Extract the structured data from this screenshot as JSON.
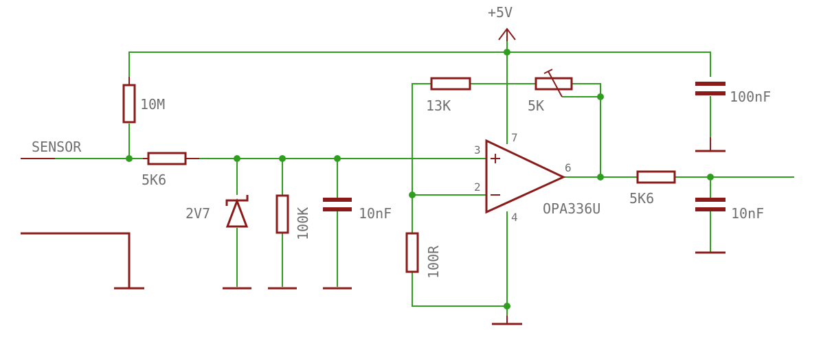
{
  "schematic": {
    "supply_label": "+5V",
    "net_label_sensor": "SENSOR",
    "components": {
      "r_input": "5K6",
      "r_bias": "10M",
      "zener": "2V7",
      "r_shunt": "100K",
      "c_input": "10nF",
      "r_feedback_fixed": "13K",
      "r_feedback_trim": "5K",
      "r_gain_ground": "100R",
      "opamp": "OPA336U",
      "r_output": "5K6",
      "c_output": "10nF",
      "c_decoupling": "100nF"
    },
    "pins": {
      "noninverting": "3",
      "inverting": "2",
      "output": "6",
      "vplus": "7",
      "vminus": "4"
    },
    "colors": {
      "wire": "#2f9e1f",
      "part": "#8b1a1a",
      "text": "#6f6f6f"
    }
  }
}
